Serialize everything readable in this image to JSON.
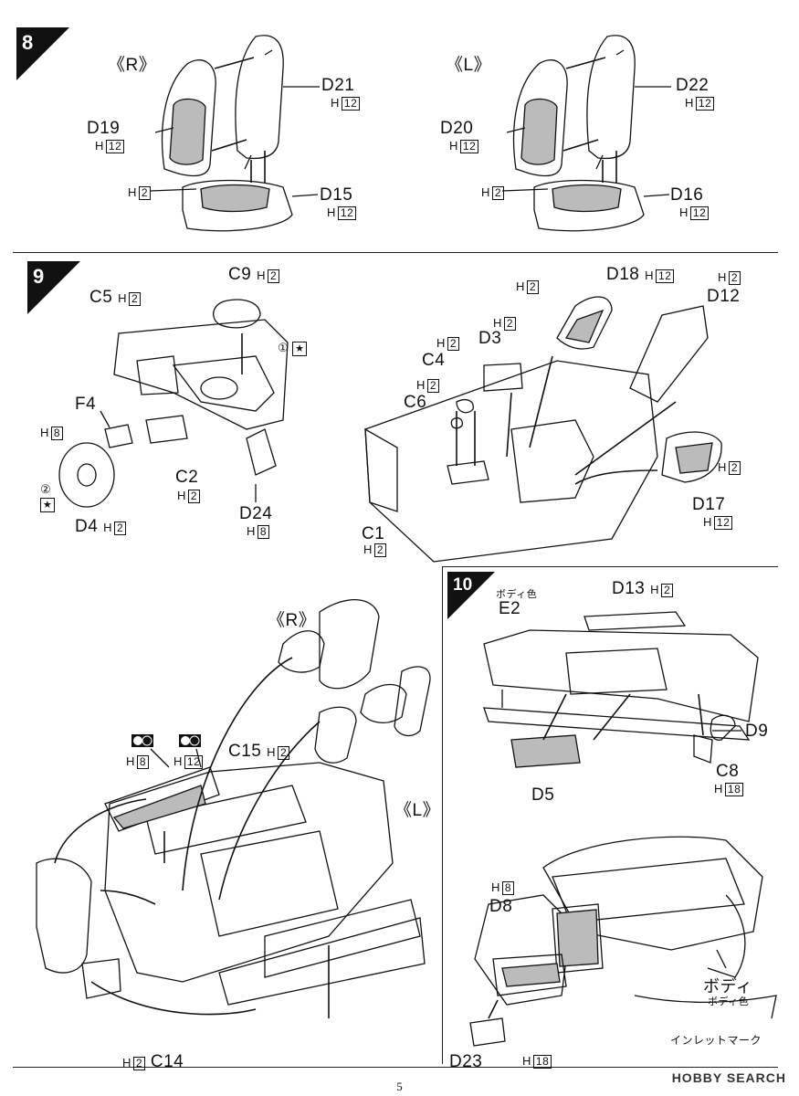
{
  "page_number": "5",
  "watermark": "HOBBY SEARCH",
  "steps": [
    {
      "number": "8",
      "sides": [
        "《R》",
        "《L》"
      ],
      "parts": [
        {
          "id": "D21",
          "color": "H",
          "code": "12"
        },
        {
          "id": "D19",
          "color": "H",
          "code": "12"
        },
        {
          "id": "D15",
          "color": "H",
          "code": "12"
        },
        {
          "id": "D22",
          "color": "H",
          "code": "12"
        },
        {
          "id": "D20",
          "color": "H",
          "code": "12"
        },
        {
          "id": "D16",
          "color": "H",
          "code": "12"
        }
      ],
      "h2_left": "H",
      "h2_left_code": "2",
      "h2_right": "H",
      "h2_right_code": "2"
    },
    {
      "number": "9",
      "parts_top": [
        {
          "id": "C9",
          "color": "H",
          "code": "2"
        },
        {
          "id": "C5",
          "color": "H",
          "code": "2"
        },
        {
          "id": "F4",
          "color": "",
          "code": ""
        },
        {
          "id": "C2",
          "color": "H",
          "code": "2"
        },
        {
          "id": "D4",
          "color": "H",
          "code": "2"
        },
        {
          "id": "D24",
          "color": "H",
          "code": "8"
        },
        {
          "id": "D18",
          "color": "H",
          "code": "12"
        },
        {
          "id": "D12",
          "color": "H",
          "code": "2"
        },
        {
          "id": "D3",
          "color": "H",
          "code": "2"
        },
        {
          "id": "C4",
          "color": "H",
          "code": "2"
        },
        {
          "id": "C6",
          "color": "H",
          "code": "2"
        },
        {
          "id": "D17",
          "color": "H",
          "code": "12"
        },
        {
          "id": "C1",
          "color": "H",
          "code": "2"
        }
      ],
      "h8_code": "8",
      "marks": [
        "①",
        "②"
      ],
      "lower": {
        "side_r": "《R》",
        "side_l": "《L》",
        "c15": "C15",
        "c15_code": "2",
        "h8": "8",
        "h12": "12",
        "c14": "C14",
        "c14_code": "2"
      }
    },
    {
      "number": "10",
      "body_color_label": "ボディ色",
      "parts": [
        {
          "id": "E2"
        },
        {
          "id": "D13",
          "color": "H",
          "code": "2"
        },
        {
          "id": "D9"
        },
        {
          "id": "C8",
          "color": "H",
          "code": "18"
        },
        {
          "id": "D5"
        },
        {
          "id": "D8",
          "color": "H",
          "code": "8"
        },
        {
          "id": "D23"
        }
      ],
      "body_label": "ボディ",
      "body_sub": "ボディ色",
      "inlet_mark": "インレットマーク",
      "h18_code": "18"
    }
  ]
}
